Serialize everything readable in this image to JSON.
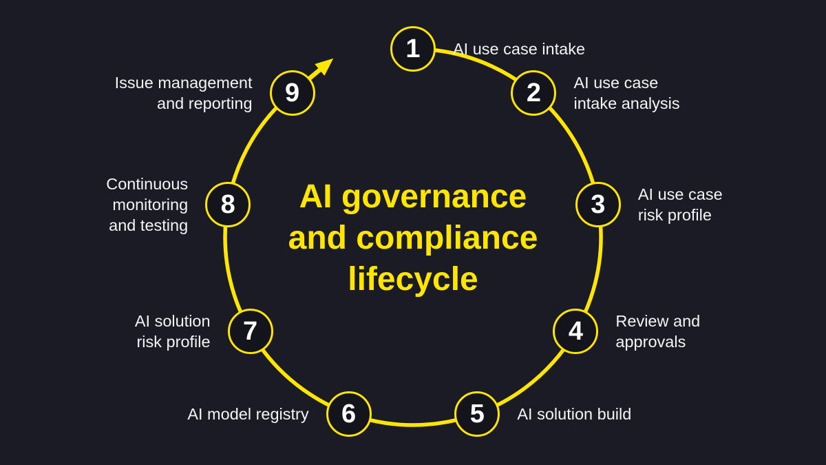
{
  "title": "AI governance\nand compliance\nlifecycle",
  "colors": {
    "background": "#1b1b25",
    "accent_yellow": "#ffe600",
    "node_fill": "#14141d",
    "label_text": "#f4f4f4",
    "number_text": "#ffffff"
  },
  "diagram": {
    "type": "circular-lifecycle",
    "arrow": "arrow-up-right-icon",
    "steps": [
      {
        "number": "1",
        "label": "AI use case intake",
        "side": "right"
      },
      {
        "number": "2",
        "label": "AI use case\nintake analysis",
        "side": "right"
      },
      {
        "number": "3",
        "label": "AI use case\nrisk profile",
        "side": "right"
      },
      {
        "number": "4",
        "label": "Review and\napprovals",
        "side": "right"
      },
      {
        "number": "5",
        "label": "AI solution build",
        "side": "right"
      },
      {
        "number": "6",
        "label": "AI model registry",
        "side": "left"
      },
      {
        "number": "7",
        "label": "AI solution\nrisk profile",
        "side": "left"
      },
      {
        "number": "8",
        "label": "Continuous\nmonitoring\nand testing",
        "side": "left"
      },
      {
        "number": "9",
        "label": "Issue management\nand reporting",
        "side": "left"
      }
    ]
  }
}
